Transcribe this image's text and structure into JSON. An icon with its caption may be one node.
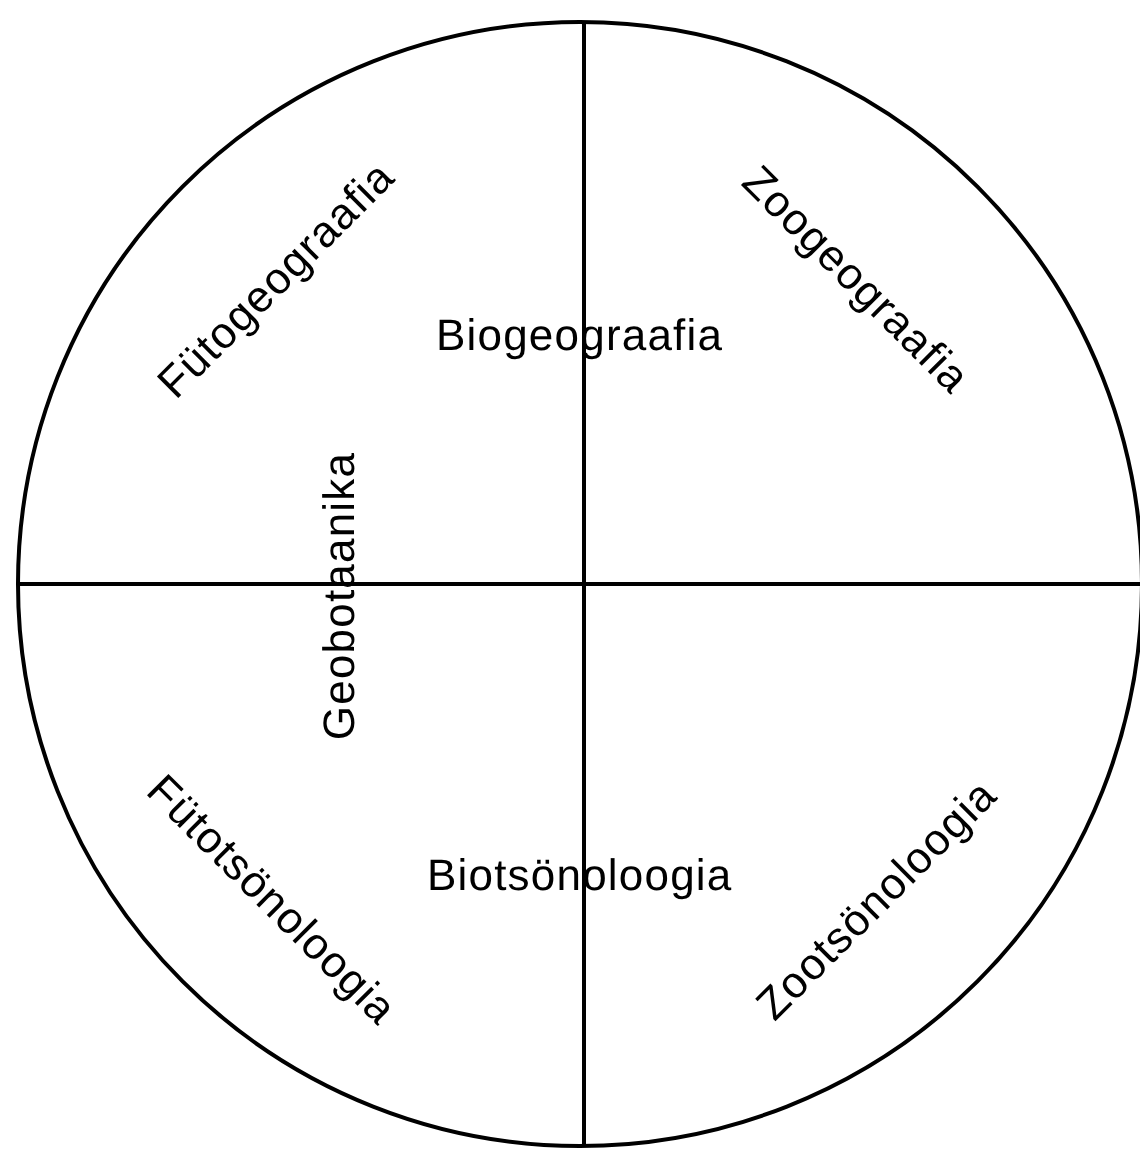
{
  "diagram": {
    "nodes": [
      {
        "text": [
          "Fütogeograafia",
          "Biogeograafia",
          "Zoogeograafia",
          "Geobotaanika",
          "Fütotsönoloogia",
          "Biotsönoloogia",
          "Zootsönoloogia"
        ]
      }
    ]
  }
}
